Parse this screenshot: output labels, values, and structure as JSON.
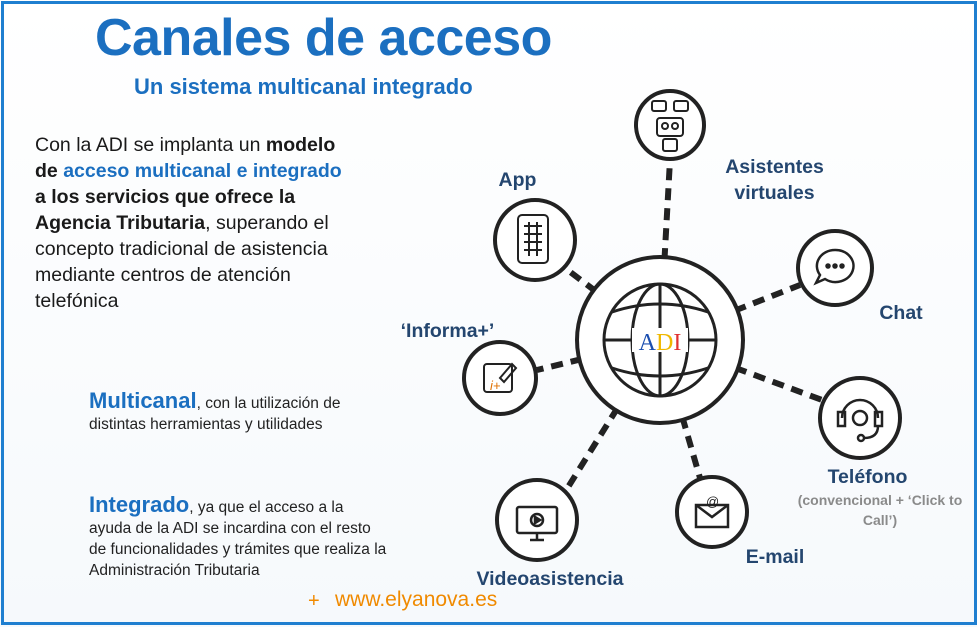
{
  "title": "Canales de acceso",
  "subtitle": "Un sistema multicanal integrado",
  "intro": {
    "p1": "Con la ADI se implanta un ",
    "b1": "modelo de ",
    "c1": "acceso multicanal e integrado",
    "b2": " a los servicios que ofrece la Agencia Tributaria",
    "p2": ", superando el concepto tradicional de asistencia mediante centros de atención telefónica"
  },
  "multicanal": {
    "heading": "Multicanal",
    "text": ", con la utilización de distintas herramientas y utilidades"
  },
  "integrado": {
    "heading": "Integrado",
    "text": ", ya que el acceso a la ayuda de la ADI se incardina con el resto de funcionalidades y trámites que realiza la Administración Tributaria"
  },
  "hub": {
    "logo": "ADI"
  },
  "channels": {
    "asistentes": "Asistentes virtuales",
    "app": "App",
    "chat": "Chat",
    "informa": "‘Informa+’",
    "telefono": "Teléfono",
    "telefono_sub": "(convencional + ‘Click to Call’)",
    "email": "E-mail",
    "video": "Videoasistencia"
  },
  "watermark": {
    "plus": "+",
    "site": "www.elyanova.es"
  },
  "colors": {
    "accent": "#1b6fc0",
    "label": "#24466f",
    "border": "#1f7fd0",
    "watermark": "#f08a00"
  }
}
